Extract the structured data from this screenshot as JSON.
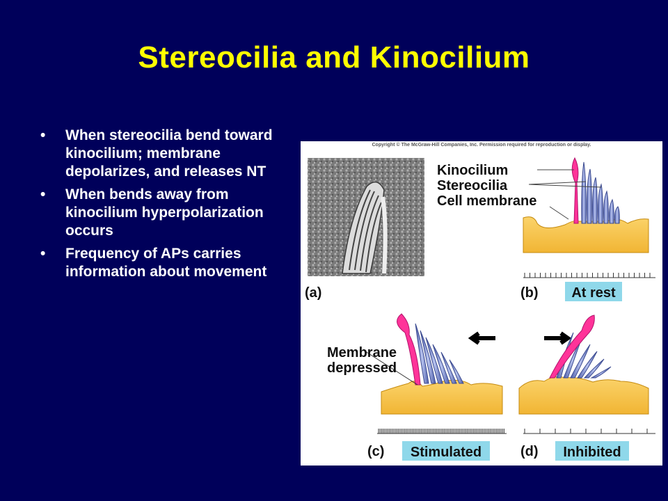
{
  "slide": {
    "title": "Stereocilia and Kinocilium",
    "bullets": [
      "When stereocilia bend toward kinocilium; membrane depolarizes, and releases NT",
      "When bends away from kinocilium hyperpolarization occurs",
      "Frequency of APs carries information about movement"
    ]
  },
  "figure": {
    "copyright": "Copyright © The McGraw-Hill Companies, Inc. Permission required for reproduction or display.",
    "labels": {
      "kinocilium": "Kinocilium",
      "stereocilia": "Stereocilia",
      "cell_membrane": "Cell membrane",
      "membrane_depressed_line1": "Membrane",
      "membrane_depressed_line2": "depressed"
    },
    "panels": {
      "a": "(a)",
      "b": "(b)",
      "c": "(c)",
      "d": "(d)"
    },
    "states": {
      "rest": "At rest",
      "stimulated": "Stimulated",
      "inhibited": "Inhibited"
    },
    "colors": {
      "kinocilium": "#ff3399",
      "stereocilia": "#6f7ec8",
      "cell": "#f5c542",
      "state_box": "#8fd8ea"
    }
  }
}
